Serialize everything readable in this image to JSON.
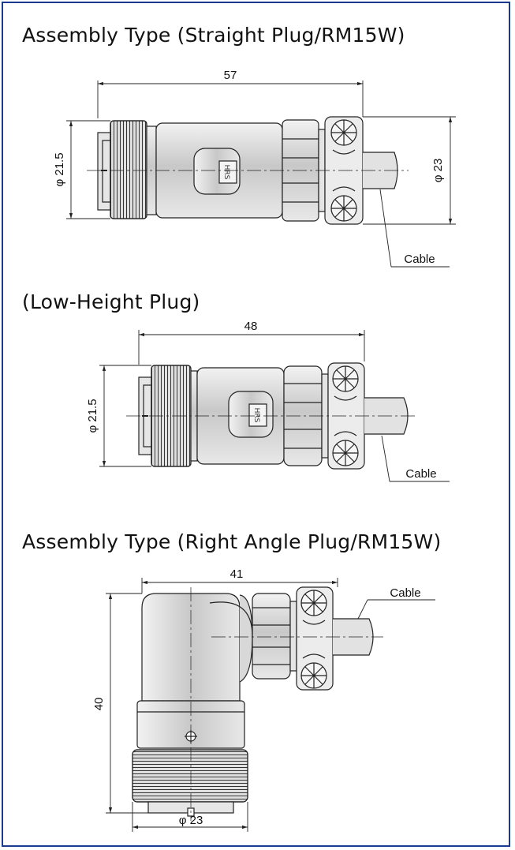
{
  "titles": {
    "straight": "Assembly Type (Straight Plug/RM15W)",
    "low_height": "(Low-Height Plug)",
    "right_angle": "Assembly Type (Right Angle Plug/RM15W)"
  },
  "straight_plug": {
    "length": "57",
    "coupling_diameter": "φ 21.5",
    "clamp_diameter": "φ 23",
    "cable_label": "Cable",
    "logo": "HRS"
  },
  "low_height_plug": {
    "length": "48",
    "coupling_diameter": "φ 21.5",
    "cable_label": "Cable",
    "logo": "HRS"
  },
  "right_angle_plug": {
    "width": "41",
    "height": "40",
    "coupling_diameter": "φ 23",
    "cable_label": "Cable"
  },
  "colors": {
    "frame": "#1b3a8f",
    "body_fill": "#dcdcdc",
    "line": "#222222"
  }
}
